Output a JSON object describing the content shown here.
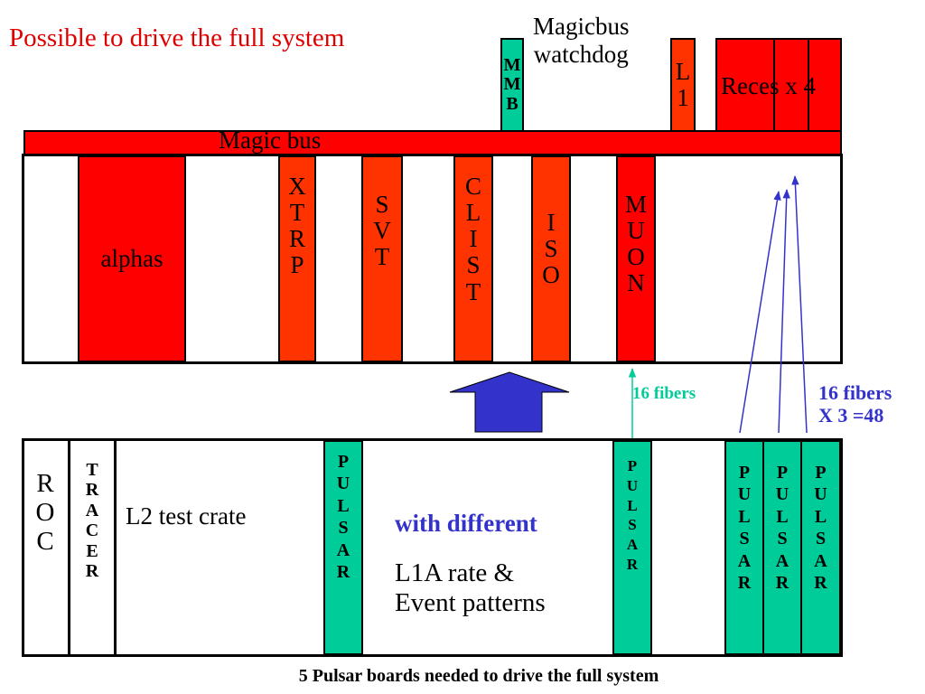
{
  "title": "Possible to drive the full system",
  "colors": {
    "red": "#ff0000",
    "orange": "#ff3300",
    "pulsar_green": "#00cc99",
    "blue_text": "#3333cc",
    "arrow_blue": "#3333cc",
    "fiber_teal": "#00cc99"
  },
  "top": {
    "mmb_letters": [
      "M",
      "M",
      "B"
    ],
    "magicbus_watchdog_lines": [
      "Magicbus",
      "watchdog"
    ],
    "l1_letters": [
      "L",
      "1"
    ],
    "reces_label": "Reces x 4",
    "magic_bus_label": "Magic bus"
  },
  "upper_crate": {
    "alphas": "alphas",
    "xtrp": [
      "X",
      "T",
      "R",
      "P"
    ],
    "svt": [
      "S",
      "V",
      "T"
    ],
    "clist": [
      "C",
      "L",
      "I",
      "S",
      "T"
    ],
    "iso": [
      "I",
      "S",
      "O"
    ],
    "muon": [
      "M",
      "U",
      "O",
      "N"
    ]
  },
  "fibers": {
    "muon_label": "16 fibers",
    "reces_label_line1": "16 fibers",
    "reces_label_line2": "X 3 =48"
  },
  "lower_crate": {
    "roc": [
      "R",
      "O",
      "C"
    ],
    "tracer": [
      "T",
      "R",
      "A",
      "C",
      "E",
      "R"
    ],
    "crate_label": "L2 test crate",
    "pulsar_letters": [
      "P",
      "U",
      "L",
      "S",
      "A",
      "R"
    ],
    "with_different": "with different",
    "l1a_line1": "L1A rate &",
    "l1a_line2": "Event patterns"
  },
  "footer": "5 Pulsar boards needed to drive the full system"
}
